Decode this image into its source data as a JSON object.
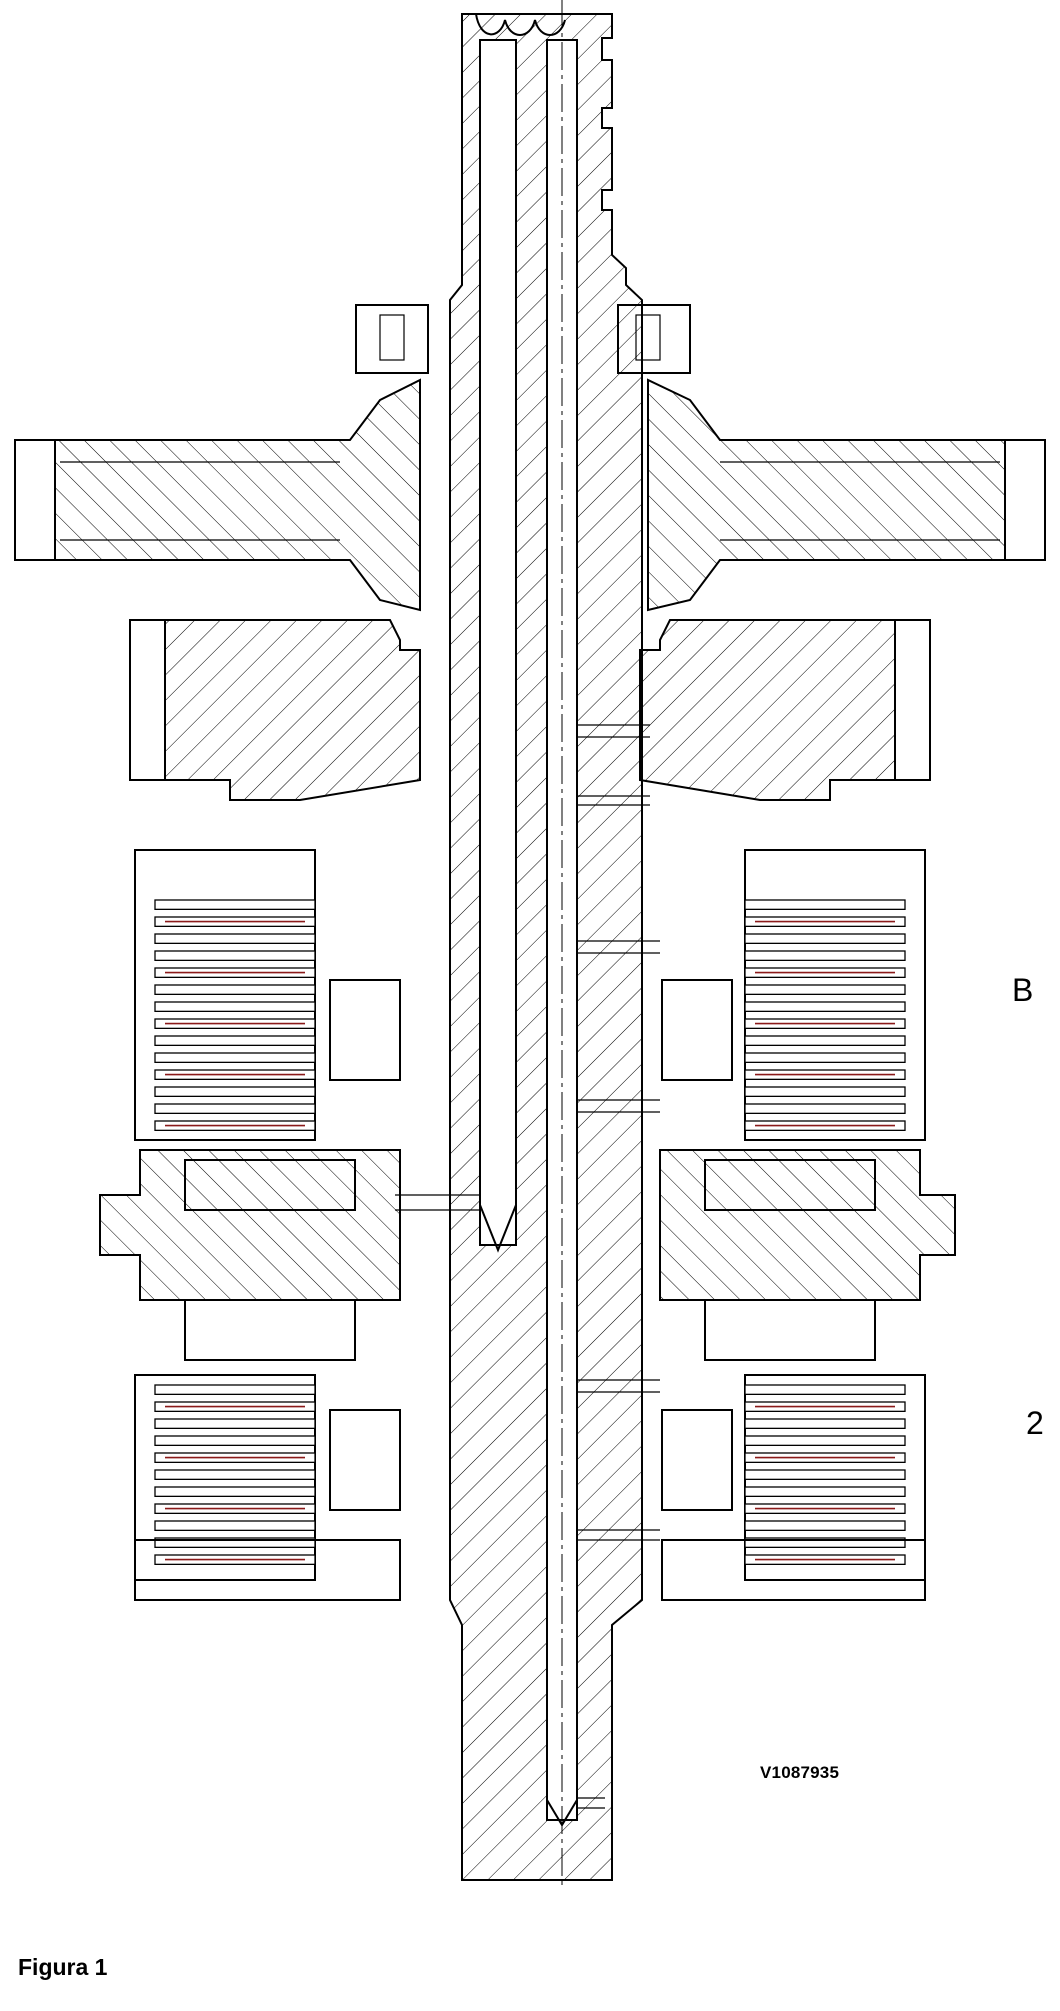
{
  "labels": {
    "b": "B",
    "two": "2"
  },
  "drawing_code": "V1087935",
  "caption": "Figura 1",
  "colors": {
    "line": "#000000",
    "friction_plate": "#8b1a1a",
    "background": "#ffffff"
  }
}
